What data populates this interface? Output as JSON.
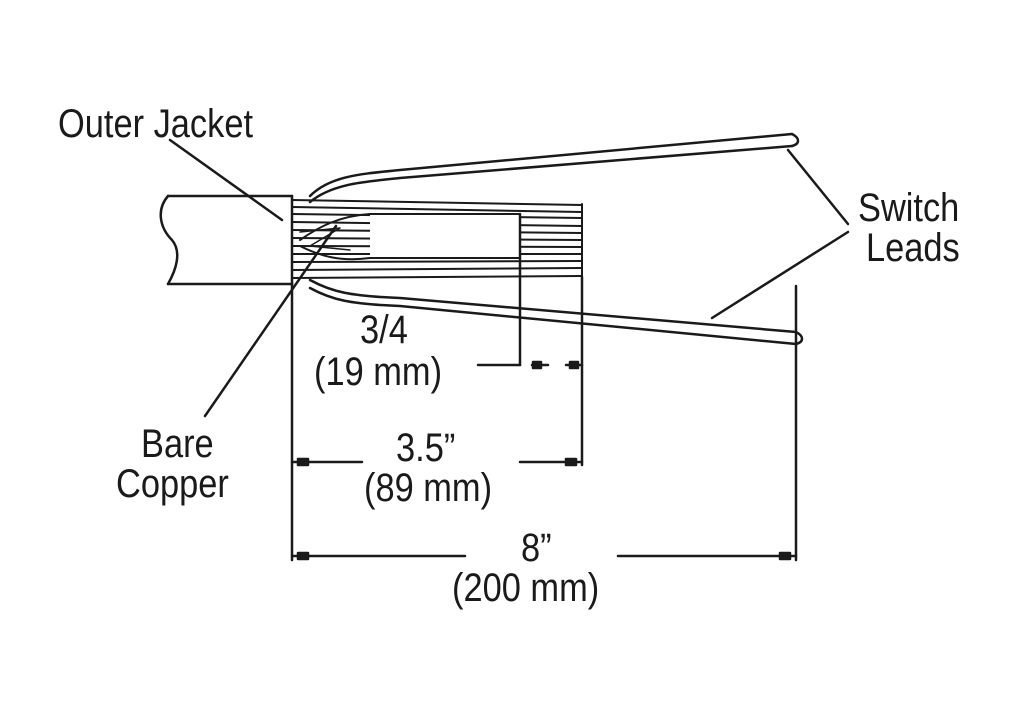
{
  "labels": {
    "outer_jacket": "Outer Jacket",
    "switch_leads_line1": "Switch",
    "switch_leads_line2": "Leads",
    "bare_copper_line1": "Bare",
    "bare_copper_line2": "Copper"
  },
  "dimensions": {
    "strip_short": {
      "value": "3/4",
      "metric": "(19 mm)"
    },
    "strip_mid": {
      "value": "3.5”",
      "metric": "(89 mm)"
    },
    "strip_long": {
      "value": "8”",
      "metric": "(200 mm)"
    }
  },
  "colors": {
    "ink": "#1a1a1a",
    "background": "#ffffff"
  }
}
